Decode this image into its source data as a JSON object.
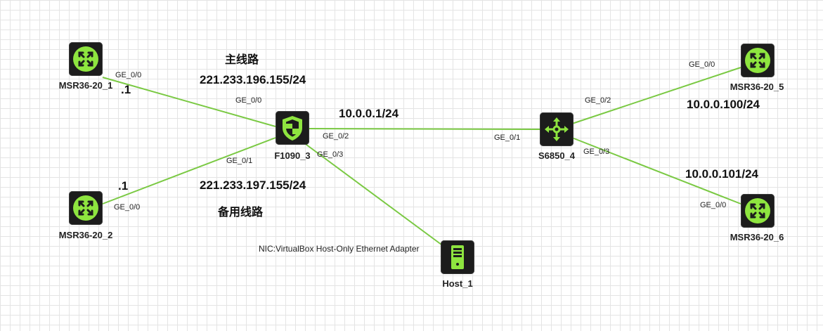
{
  "devices": {
    "msr1": {
      "name": "MSR36-20_1",
      "icon": "router-icon"
    },
    "msr2": {
      "name": "MSR36-20_2",
      "icon": "router-icon"
    },
    "fw": {
      "name": "F1090_3",
      "icon": "firewall-shield-icon"
    },
    "sw": {
      "name": "S6850_4",
      "icon": "switch-icon"
    },
    "msr5": {
      "name": "MSR36-20_5",
      "icon": "router-icon"
    },
    "msr6": {
      "name": "MSR36-20_6",
      "icon": "router-icon"
    },
    "host": {
      "name": "Host_1",
      "icon": "server-host-icon"
    }
  },
  "ports": {
    "msr1_ge00": "GE_0/0",
    "fw_ge00": "GE_0/0",
    "fw_ge01": "GE_0/1",
    "fw_ge02": "GE_0/2",
    "fw_ge03": "GE_0/3",
    "msr2_ge00": "GE_0/0",
    "sw_ge01": "GE_0/1",
    "sw_ge02": "GE_0/2",
    "sw_ge03": "GE_0/3",
    "msr5_ge00": "GE_0/0",
    "msr6_ge00": "GE_0/0"
  },
  "annotations": {
    "primary_line": "主线路",
    "primary_ip": "221.233.196.155/24",
    "msr1_suffix": ".1",
    "backup_line": "备用线路",
    "backup_ip": "221.233.197.155/24",
    "msr2_suffix": ".1",
    "inside_ip": "10.0.0.1/24",
    "msr5_ip": "10.0.0.100/24",
    "msr6_ip": "10.0.0.101/24",
    "nic": "NIC:VirtualBox Host-Only Ethernet Adapter"
  },
  "colors": {
    "link": "#7ac943",
    "device_bg": "#1c1c1c",
    "device_glyph": "#8ee53f"
  }
}
